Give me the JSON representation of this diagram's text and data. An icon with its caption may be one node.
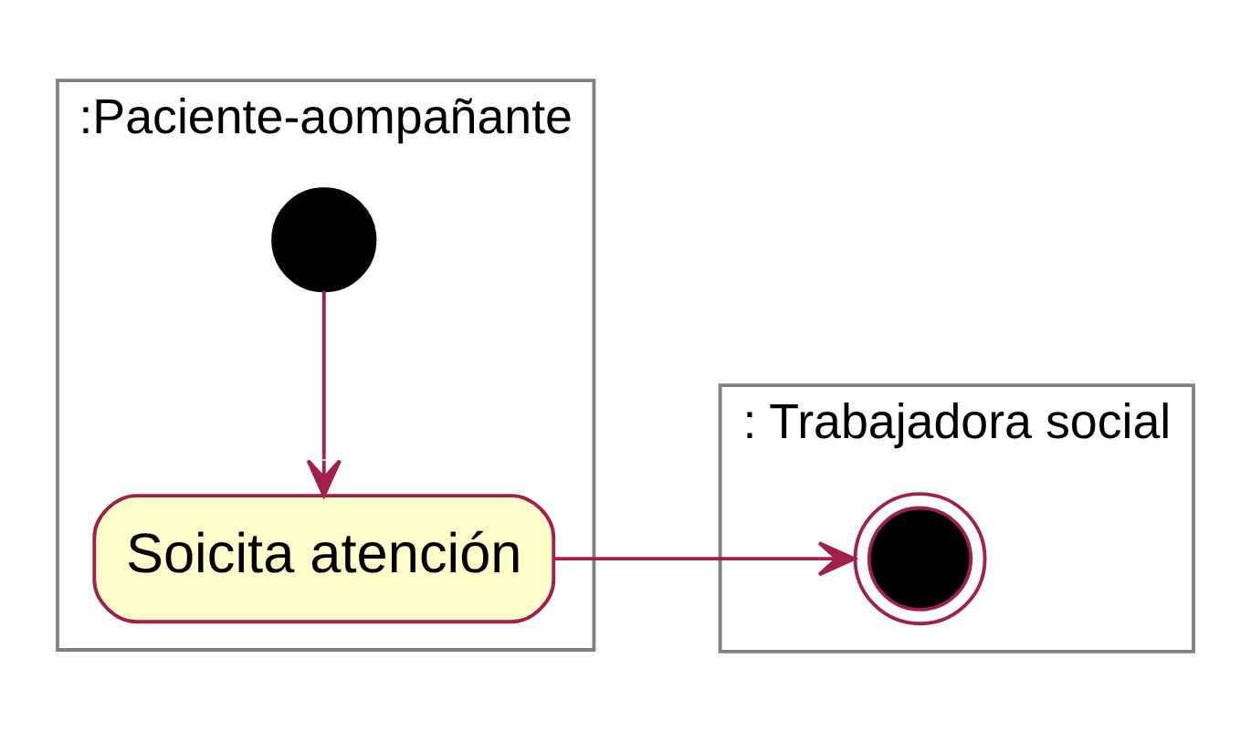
{
  "diagram": {
    "nodes": [
      {
        "text": [
          ":Paciente-aompañante"
        ]
      },
      {
        "text": [
          ": Trabajadora social"
        ]
      },
      {
        "text": [],
        "shape": "circle",
        "in": 0
      },
      {
        "text": [
          "Soicita atención"
        ],
        "in": 0
      },
      {
        "text": [],
        "shape": "circle",
        "in": 1
      }
    ],
    "edges": [
      {
        "from": 2,
        "to": 3,
        "arrow": "to"
      },
      {
        "from": 3,
        "to": 4,
        "arrow": "to"
      }
    ]
  }
}
